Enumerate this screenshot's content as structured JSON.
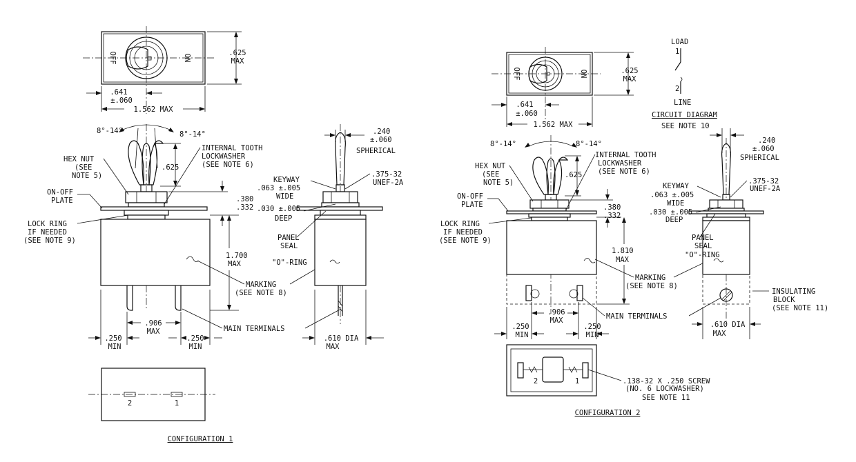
{
  "config1": {
    "title": "CONFIGURATION 1",
    "top_off": "OFF",
    "top_on": "ON",
    "dim_625": ".625",
    "dim_625_max": "MAX",
    "dim_641": ".641",
    "dim_641_tol": "±.060",
    "dim_1562": "1.562 MAX",
    "angle_left": "8°-14°",
    "angle_right": "8°-14°",
    "hex_nut": [
      "HEX NUT",
      "(SEE",
      "NOTE 5)"
    ],
    "lockwasher": [
      "INTERNAL TOOTH",
      "LOCKWASHER",
      "(SEE NOTE 6)"
    ],
    "lever_625": ".625",
    "on_off_plate": [
      "ON-OFF",
      "PLATE"
    ],
    "lock_ring": [
      "LOCK RING",
      "IF NEEDED",
      "(SEE NOTE 9)"
    ],
    "dim_380": ".380",
    "dim_332": ".332",
    "dim_1700": "1.700",
    "dim_1700_max": "MAX",
    "marking": [
      "MARKING",
      "(SEE NOTE 8)"
    ],
    "dim_906": ".906",
    "dim_906_max": "MAX",
    "dim_250_left": ".250",
    "dim_250_left_min": "MIN",
    "dim_250_right": ".250",
    "dim_250_right_min": "MIN",
    "main_terminals": "MAIN TERMINALS",
    "side_240": ".240",
    "side_060": "±.060",
    "side_spherical": "SPHERICAL",
    "keyway": [
      "KEYWAY",
      ".063 ±.005",
      "WIDE",
      ".030 ±.005",
      "DEEP"
    ],
    "thread": [
      ".375-32",
      "UNEF-2A"
    ],
    "panel_seal": [
      "PANEL",
      "SEAL",
      "\"O\"-RING"
    ],
    "dia_610": ".610 DIA",
    "dia_max": "MAX",
    "term_2": "2",
    "term_1": "1"
  },
  "config2": {
    "title": "CONFIGURATION 2",
    "top_off": "OFF",
    "top_on": "ON",
    "dim_625": ".625",
    "dim_625_max": "MAX",
    "dim_641": ".641",
    "dim_641_tol": "±.060",
    "dim_1562": "1.562 MAX",
    "angle_left": "8°-14°",
    "angle_right": "8°-14°",
    "hex_nut": [
      "HEX NUT",
      "(SEE",
      "NOTE 5)"
    ],
    "lockwasher": [
      "INTERNAL TOOTH",
      "LOCKWASHER",
      "(SEE NOTE 6)"
    ],
    "lever_625": ".625",
    "on_off_plate": [
      "ON-OFF",
      "PLATE"
    ],
    "lock_ring": [
      "LOCK RING",
      "IF NEEDED",
      "(SEE NOTE 9)"
    ],
    "dim_380": ".380",
    "dim_332": ".332",
    "dim_1810": "1.810",
    "dim_1810_max": "MAX",
    "marking": [
      "MARKING",
      "(SEE NOTE 8)"
    ],
    "dim_906": ".906",
    "dim_906_max": "MAX",
    "dim_250_left": ".250",
    "dim_250_left_min": "MIN",
    "dim_250_right": ".250",
    "dim_250_right_min": "MIN",
    "main_terminals": "MAIN TERMINALS",
    "side_240": ".240",
    "side_060": "±.060",
    "side_spherical": "SPHERICAL",
    "keyway": [
      "KEYWAY",
      ".063 ±.005",
      "WIDE",
      ".030 ±.005",
      "DEEP"
    ],
    "thread": [
      ".375-32",
      "UNEF-2A"
    ],
    "panel_seal": [
      "PANEL",
      "SEAL",
      "\"O\"-RING"
    ],
    "insulating": [
      "INSULATING",
      "BLOCK",
      "(SEE NOTE 11)"
    ],
    "dia_610": ".610 DIA",
    "dia_max": "MAX",
    "screw": [
      ".138-32 X .250 SCREW",
      "(NO. 6 LOCKWASHER)",
      "SEE NOTE 11"
    ],
    "term_2": "2",
    "term_1": "1"
  },
  "circuit": {
    "load": "LOAD",
    "pin1": "1",
    "pin2": "2",
    "line": "LINE",
    "title": "CIRCUIT DIAGRAM",
    "note": "SEE NOTE 10"
  }
}
